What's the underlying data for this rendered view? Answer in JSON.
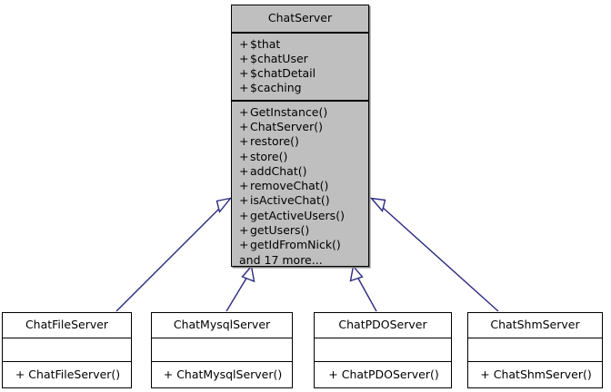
{
  "diagram": {
    "kind": "uml-class-inheritance-diagram",
    "background_color": "#ffffff",
    "base_fill_color": "#bfbfbf",
    "edge_color": "#2a2a7f",
    "border_color": "#000000"
  },
  "base_class": {
    "name": "ChatServer",
    "attributes": [
      {
        "visibility": "+",
        "label": "$that"
      },
      {
        "visibility": "+",
        "label": "$chatUser"
      },
      {
        "visibility": "+",
        "label": "$chatDetail"
      },
      {
        "visibility": "+",
        "label": "$caching"
      }
    ],
    "operations": [
      {
        "visibility": "+",
        "label": "GetInstance()"
      },
      {
        "visibility": "+",
        "label": "ChatServer()"
      },
      {
        "visibility": "+",
        "label": "restore()"
      },
      {
        "visibility": "+",
        "label": "store()"
      },
      {
        "visibility": "+",
        "label": "addChat()"
      },
      {
        "visibility": "+",
        "label": "removeChat()"
      },
      {
        "visibility": "+",
        "label": "isActiveChat()"
      },
      {
        "visibility": "+",
        "label": "getActiveUsers()"
      },
      {
        "visibility": "+",
        "label": "getUsers()"
      },
      {
        "visibility": "+",
        "label": "getIdFromNick()"
      }
    ],
    "more_label": "and 17 more..."
  },
  "subclasses": [
    {
      "name": "ChatFileServer",
      "attributes": [],
      "operations": [
        {
          "visibility": "+",
          "label": "ChatFileServer()"
        }
      ]
    },
    {
      "name": "ChatMysqlServer",
      "attributes": [],
      "operations": [
        {
          "visibility": "+",
          "label": "ChatMysqlServer()"
        }
      ]
    },
    {
      "name": "ChatPDOServer",
      "attributes": [],
      "operations": [
        {
          "visibility": "+",
          "label": "ChatPDOServer()"
        }
      ]
    },
    {
      "name": "ChatShmServer",
      "attributes": [],
      "operations": [
        {
          "visibility": "+",
          "label": "ChatShmServer()"
        }
      ]
    }
  ],
  "relations": [
    {
      "from": "ChatFileServer",
      "to": "ChatServer",
      "type": "generalization"
    },
    {
      "from": "ChatMysqlServer",
      "to": "ChatServer",
      "type": "generalization"
    },
    {
      "from": "ChatPDOServer",
      "to": "ChatServer",
      "type": "generalization"
    },
    {
      "from": "ChatShmServer",
      "to": "ChatServer",
      "type": "generalization"
    }
  ]
}
